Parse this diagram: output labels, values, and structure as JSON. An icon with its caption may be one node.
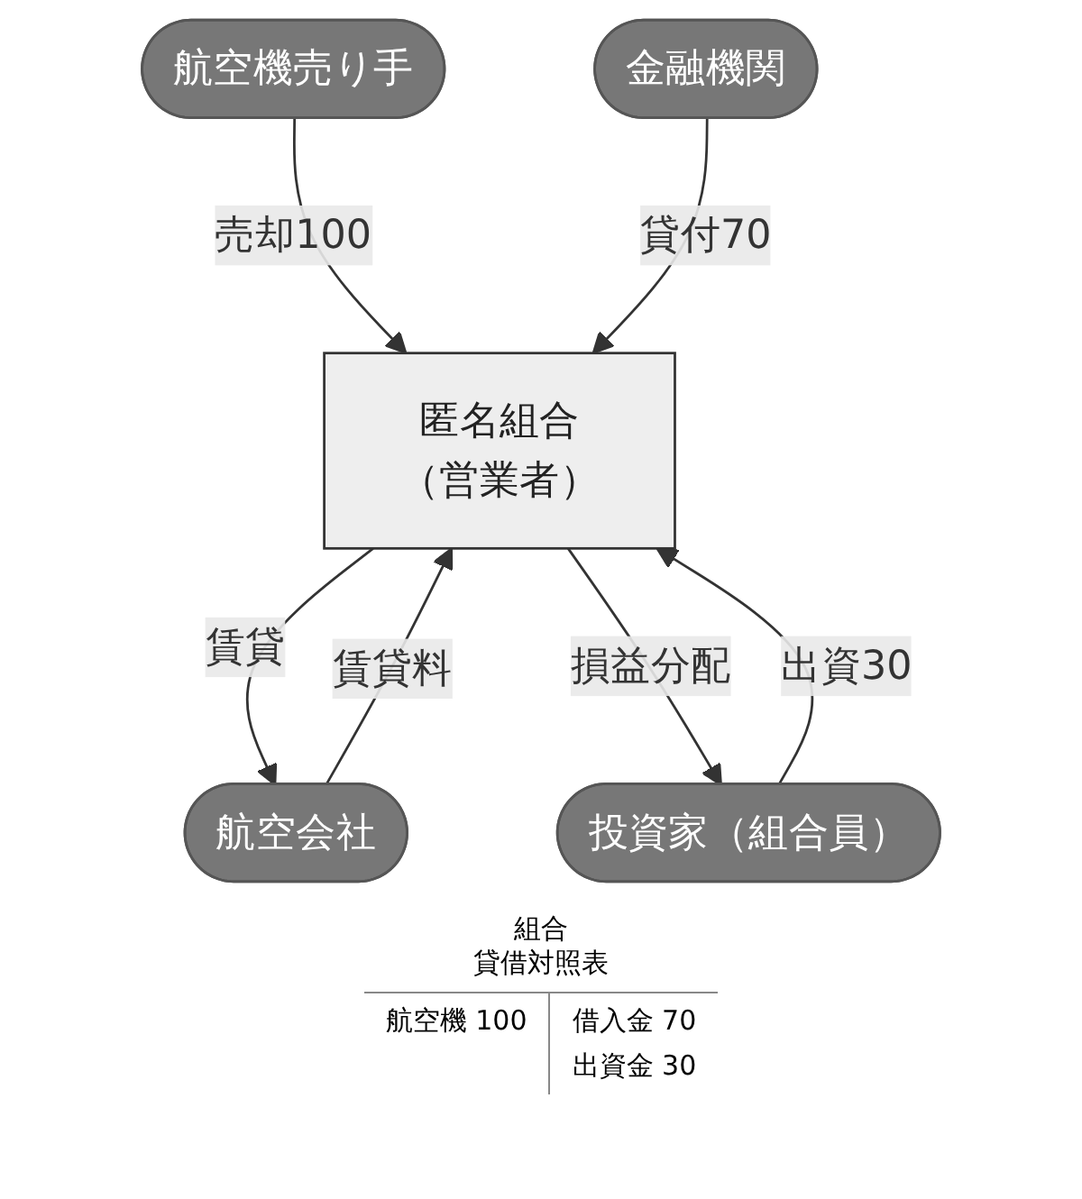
{
  "diagram": {
    "nodes": [
      {
        "text": [
          "航空機売り手"
        ]
      },
      {
        "text": [
          "金融機関"
        ]
      },
      {
        "text": [
          "匿名組合",
          "（営業者）"
        ]
      },
      {
        "text": [
          "航空会社"
        ]
      },
      {
        "text": [
          "投資家（組合員）"
        ]
      }
    ],
    "edges": [
      {
        "from": 0,
        "to": 2,
        "arrow": "to",
        "label": "売却100"
      },
      {
        "from": 1,
        "to": 2,
        "arrow": "to",
        "label": "貸付70"
      },
      {
        "from": 2,
        "to": 3,
        "arrow": "to",
        "label": "賃貸"
      },
      {
        "from": 3,
        "to": 2,
        "arrow": "to",
        "label": "賃貸料"
      },
      {
        "from": 4,
        "to": 2,
        "arrow": "to",
        "label": "出資30"
      },
      {
        "from": 2,
        "to": 4,
        "arrow": "to",
        "label": "損益分配"
      }
    ],
    "labels": [
      "組合",
      "貸借対照表",
      "航空機 100",
      "借入金 70",
      "出資金 30"
    ]
  }
}
